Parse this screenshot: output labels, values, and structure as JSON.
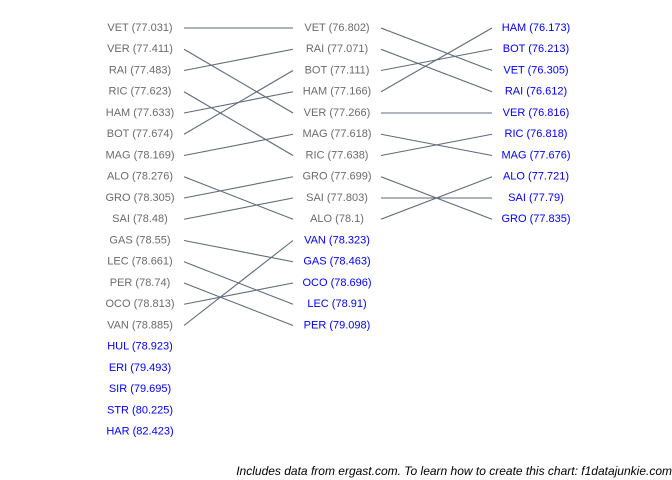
{
  "chart_data": {
    "type": "slopegraph",
    "grid": false,
    "colors": {
      "line": "#5f6b78",
      "label": "#6b6b6b",
      "highlight": "#0000ff"
    },
    "columns": [
      {
        "entries": [
          {
            "driver": "VET",
            "time": "77.031",
            "text": "VET (77.031)",
            "highlight": false
          },
          {
            "driver": "VER",
            "time": "77.411",
            "text": "VER (77.411)",
            "highlight": false
          },
          {
            "driver": "RAI",
            "time": "77.483",
            "text": "RAI (77.483)",
            "highlight": false
          },
          {
            "driver": "RIC",
            "time": "77.623",
            "text": "RIC (77.623)",
            "highlight": false
          },
          {
            "driver": "HAM",
            "time": "77.633",
            "text": "HAM (77.633)",
            "highlight": false
          },
          {
            "driver": "BOT",
            "time": "77.674",
            "text": "BOT (77.674)",
            "highlight": false
          },
          {
            "driver": "MAG",
            "time": "78.169",
            "text": "MAG (78.169)",
            "highlight": false
          },
          {
            "driver": "ALO",
            "time": "78.276",
            "text": "ALO (78.276)",
            "highlight": false
          },
          {
            "driver": "GRO",
            "time": "78.305",
            "text": "GRO (78.305)",
            "highlight": false
          },
          {
            "driver": "SAI",
            "time": "78.48",
            "text": "SAI (78.48)",
            "highlight": false
          },
          {
            "driver": "GAS",
            "time": "78.55",
            "text": "GAS (78.55)",
            "highlight": false
          },
          {
            "driver": "LEC",
            "time": "78.661",
            "text": "LEC (78.661)",
            "highlight": false
          },
          {
            "driver": "PER",
            "time": "78.74",
            "text": "PER (78.74)",
            "highlight": false
          },
          {
            "driver": "OCO",
            "time": "78.813",
            "text": "OCO (78.813)",
            "highlight": false
          },
          {
            "driver": "VAN",
            "time": "78.885",
            "text": "VAN (78.885)",
            "highlight": false
          },
          {
            "driver": "HUL",
            "time": "78.923",
            "text": "HUL (78.923)",
            "highlight": true
          },
          {
            "driver": "ERI",
            "time": "79.493",
            "text": "ERI (79.493)",
            "highlight": true
          },
          {
            "driver": "SIR",
            "time": "79.695",
            "text": "SIR (79.695)",
            "highlight": true
          },
          {
            "driver": "STR",
            "time": "80.225",
            "text": "STR (80.225)",
            "highlight": true
          },
          {
            "driver": "HAR",
            "time": "82.423",
            "text": "HAR (82.423)",
            "highlight": true
          }
        ]
      },
      {
        "entries": [
          {
            "driver": "VET",
            "time": "76.802",
            "text": "VET (76.802)",
            "highlight": false
          },
          {
            "driver": "RAI",
            "time": "77.071",
            "text": "RAI (77.071)",
            "highlight": false
          },
          {
            "driver": "BOT",
            "time": "77.111",
            "text": "BOT (77.111)",
            "highlight": false
          },
          {
            "driver": "HAM",
            "time": "77.166",
            "text": "HAM (77.166)",
            "highlight": false
          },
          {
            "driver": "VER",
            "time": "77.266",
            "text": "VER (77.266)",
            "highlight": false
          },
          {
            "driver": "MAG",
            "time": "77.618",
            "text": "MAG (77.618)",
            "highlight": false
          },
          {
            "driver": "RIC",
            "time": "77.638",
            "text": "RIC (77.638)",
            "highlight": false
          },
          {
            "driver": "GRO",
            "time": "77.699",
            "text": "GRO (77.699)",
            "highlight": false
          },
          {
            "driver": "SAI",
            "time": "77.803",
            "text": "SAI (77.803)",
            "highlight": false
          },
          {
            "driver": "ALO",
            "time": "78.1",
            "text": "ALO (78.1)",
            "highlight": false
          },
          {
            "driver": "VAN",
            "time": "78.323",
            "text": "VAN (78.323)",
            "highlight": true
          },
          {
            "driver": "GAS",
            "time": "78.463",
            "text": "GAS (78.463)",
            "highlight": true
          },
          {
            "driver": "OCO",
            "time": "78.696",
            "text": "OCO (78.696)",
            "highlight": true
          },
          {
            "driver": "LEC",
            "time": "78.91",
            "text": "LEC (78.91)",
            "highlight": true
          },
          {
            "driver": "PER",
            "time": "79.098",
            "text": "PER (79.098)",
            "highlight": true
          }
        ]
      },
      {
        "entries": [
          {
            "driver": "HAM",
            "time": "76.173",
            "text": "HAM (76.173)",
            "highlight": true
          },
          {
            "driver": "BOT",
            "time": "76.213",
            "text": "BOT (76.213)",
            "highlight": true
          },
          {
            "driver": "VET",
            "time": "76.305",
            "text": "VET (76.305)",
            "highlight": true
          },
          {
            "driver": "RAI",
            "time": "76.612",
            "text": "RAI (76.612)",
            "highlight": true
          },
          {
            "driver": "VER",
            "time": "76.816",
            "text": "VER (76.816)",
            "highlight": true
          },
          {
            "driver": "RIC",
            "time": "76.818",
            "text": "RIC (76.818)",
            "highlight": true
          },
          {
            "driver": "MAG",
            "time": "77.676",
            "text": "MAG (77.676)",
            "highlight": true
          },
          {
            "driver": "ALO",
            "time": "77.721",
            "text": "ALO (77.721)",
            "highlight": true
          },
          {
            "driver": "SAI",
            "time": "77.79",
            "text": "SAI (77.79)",
            "highlight": true
          },
          {
            "driver": "GRO",
            "time": "77.835",
            "text": "GRO (77.835)",
            "highlight": true
          }
        ]
      }
    ]
  },
  "caption": "Includes data from ergast.com. To learn how to create this chart: f1datajunkie.com"
}
